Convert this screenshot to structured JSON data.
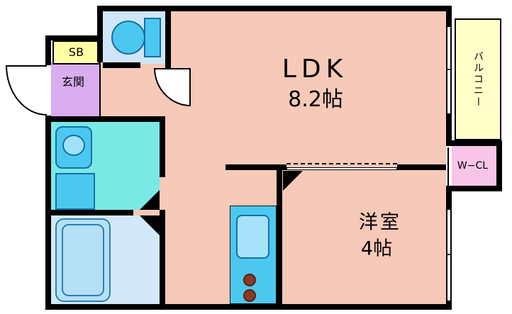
{
  "rooms": {
    "ldk": {
      "label": "LDK",
      "size": "8.2帖"
    },
    "western": {
      "label": "洋室",
      "size": "4帖"
    },
    "entrance": {
      "label": "玄関"
    },
    "shoe_box": {
      "label": "SB"
    },
    "balcony": {
      "label": "バルコニー"
    },
    "walk_in_closet": {
      "label": "W−CL"
    }
  },
  "colors": {
    "wall": "#000000",
    "ldk_floor": "#f6c9b8",
    "entrance_floor": "#d9adf0",
    "shoe_box_bg": "#ffffa6",
    "balcony_bg": "#ffffc9",
    "walk_in_closet_bg": "#f8c4e8",
    "toilet_floor": "#cfe6f8",
    "bathroom_floor": "#d3e9fa",
    "washroom_floor": "#7ae9e4",
    "fixture_fill": "#4cc8f0",
    "fixture_outline": "#1470a8",
    "bathtub_fill": "#b5e0f6",
    "bathtub_outline": "#2d7fb8",
    "stove_burner": "#8e3a22"
  }
}
